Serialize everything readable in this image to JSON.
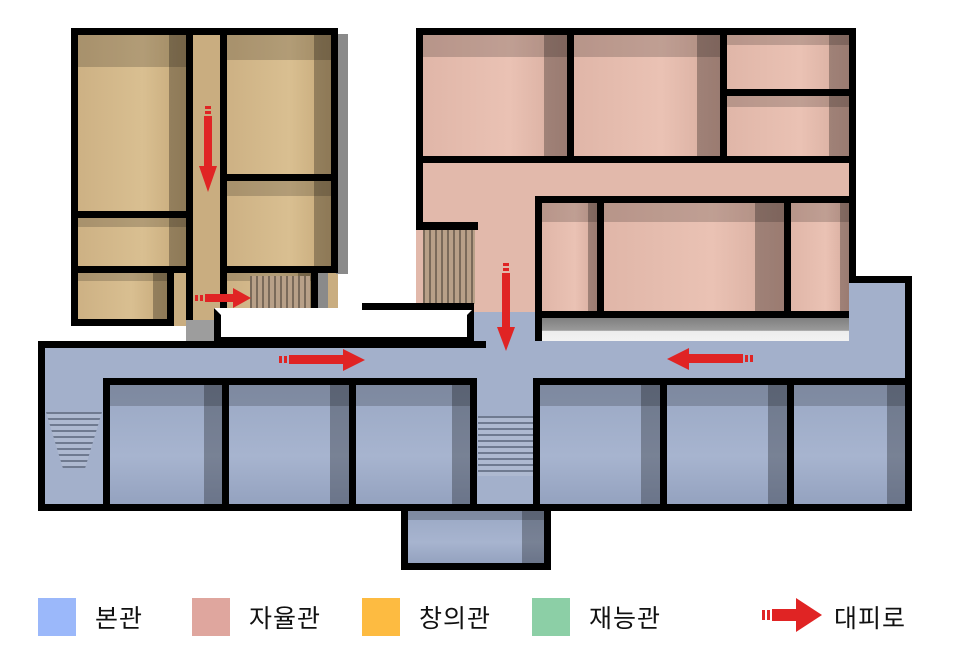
{
  "legend": {
    "items": [
      {
        "label": "본관",
        "color": "#9bb8fa"
      },
      {
        "label": "자율관",
        "color": "#dfa69e"
      },
      {
        "label": "창의관",
        "color": "#fdbb41"
      },
      {
        "label": "재능관",
        "color": "#8ccfa6"
      }
    ],
    "evacuation": {
      "label": "대피로",
      "color": "#e02424",
      "icon": "evacuation-arrow-icon"
    }
  },
  "buildings": {
    "changui": {
      "name": "창의관",
      "color": "#c9ad80"
    },
    "jayul": {
      "name": "자율관",
      "color": "#e2b9ab"
    },
    "bongwan": {
      "name": "본관",
      "color": "#a3b0cb"
    }
  },
  "evacuation_routes": [
    {
      "id": "changui-corridor-down",
      "direction": "down"
    },
    {
      "id": "changui-exit-right",
      "direction": "right"
    },
    {
      "id": "bongwan-west-right",
      "direction": "right"
    },
    {
      "id": "jayul-down",
      "direction": "down"
    },
    {
      "id": "bongwan-east-left",
      "direction": "left"
    }
  ]
}
